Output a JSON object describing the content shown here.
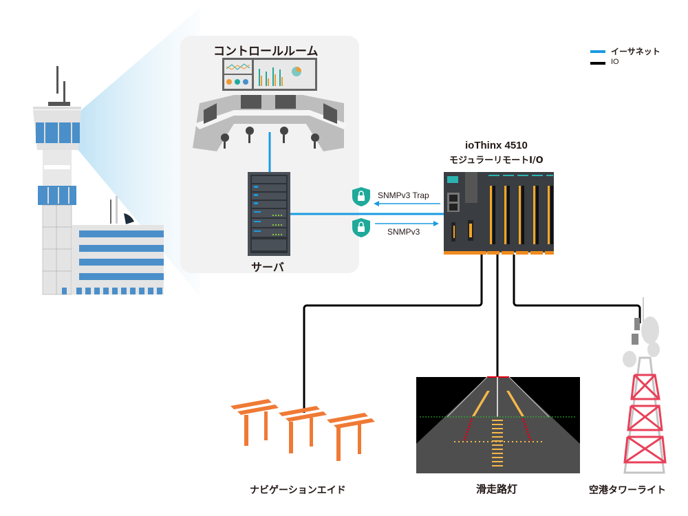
{
  "legend": {
    "items": [
      {
        "label": "イーサネット",
        "color": "#1a9be0"
      },
      {
        "label": "IO",
        "color": "#000000"
      }
    ]
  },
  "control_room": {
    "label": "コントロールルーム"
  },
  "server": {
    "label": "サーバ"
  },
  "device": {
    "name": "ioThinx 4510",
    "subtitle": "モジュラーリモートI/O"
  },
  "links": {
    "trap_label": "SNMPv3 Trap",
    "snmp_label": "SNMPv3"
  },
  "endpoints": [
    {
      "label": "ナビゲーションエイド"
    },
    {
      "label": "滑走路灯"
    },
    {
      "label": "空港タワーライト"
    }
  ],
  "colors": {
    "ethernet": "#1a9be0",
    "io": "#000000",
    "shield": "#1fa99a",
    "tower_red": "#e8415a",
    "nav_orange": "#ef7a35",
    "window_blue": "#4a8fc9"
  }
}
